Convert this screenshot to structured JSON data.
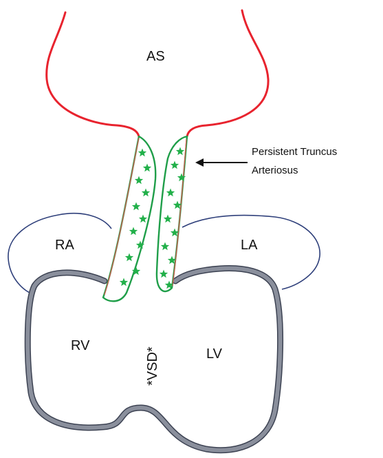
{
  "labels": {
    "as": "AS",
    "ra": "RA",
    "la": "LA",
    "rv": "RV",
    "lv": "LV",
    "vsd": "*VSD*"
  },
  "annotation": {
    "line1": "Persistent Truncus",
    "line2": "Arteriosus"
  },
  "colors": {
    "aortic_sac": "#e8232e",
    "atria": "#2e3f7a",
    "ventricle_wall": "#8a8f9c",
    "ventricle_wall_edge": "#3c4252",
    "truncus": "#1f9e49",
    "truncus_inner_edge": "#e0554f",
    "stars": "#22b04a",
    "arrow": "#111111"
  }
}
